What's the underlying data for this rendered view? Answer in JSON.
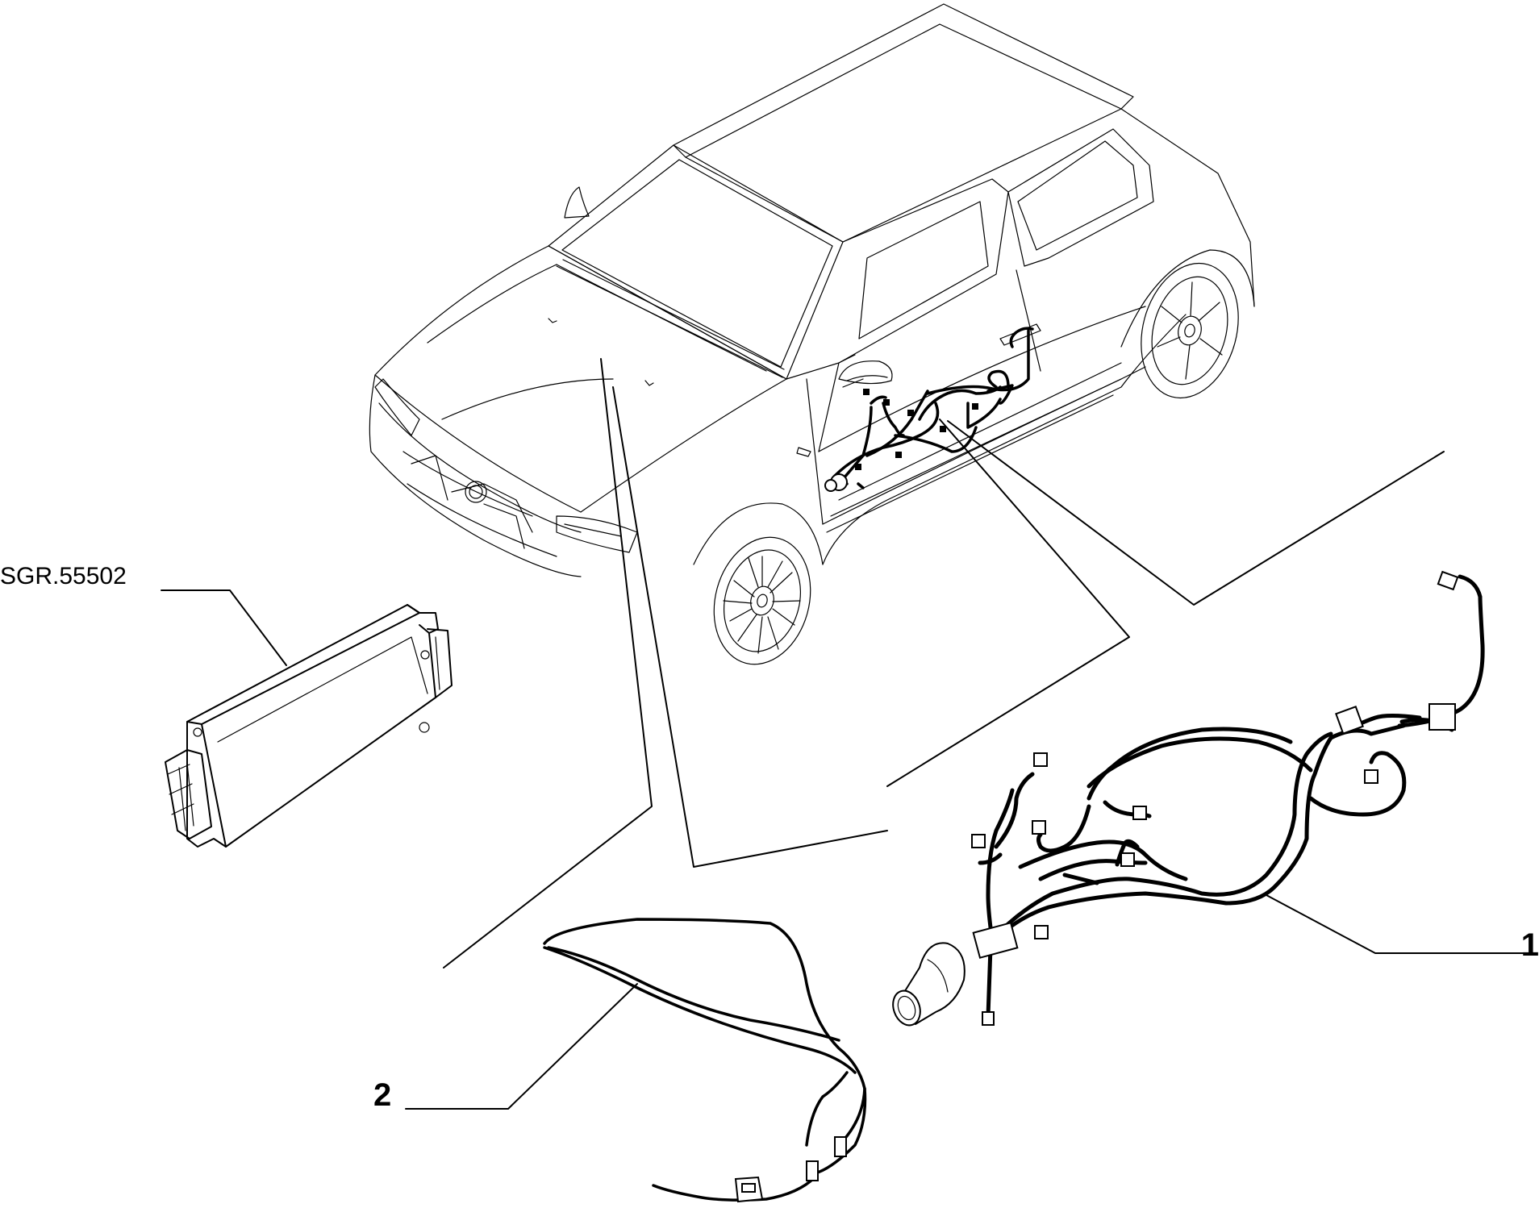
{
  "labels": {
    "ecu_reference": "SGR.55502",
    "part_1": "1",
    "part_2": "2"
  },
  "colors": {
    "line": "#000000",
    "background": "#ffffff"
  }
}
